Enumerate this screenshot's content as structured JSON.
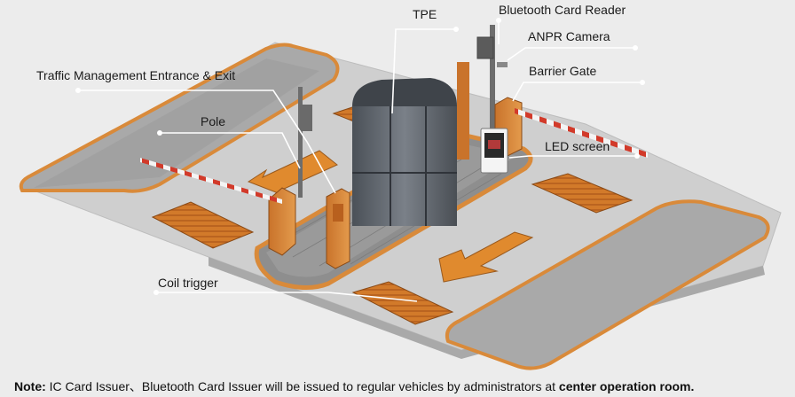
{
  "labels": {
    "tpe": "TPE",
    "bluetooth_card_reader": "Bluetooth Card Reader",
    "anpr_camera": "ANPR Camera",
    "traffic_management": "Traffic Management Entrance & Exit",
    "barrier_gate": "Barrier Gate",
    "pole": "Pole",
    "led_screen": "LED screen",
    "coil_trigger": "Coil trigger"
  },
  "note": {
    "prefix": "Note:",
    "body": " IC Card Issuer、Bluetooth Card Issuer will be issued to regular vehicles by administrators at ",
    "emphasis": "center operation room."
  },
  "colors": {
    "background": "#ececec",
    "road": "#c8c8c8",
    "island_border": "#d98a3a",
    "coil": "#c66a1c",
    "arrow": "#e08a2e",
    "booth_glass": "#5a6068",
    "barrier_red": "#d23a2a"
  }
}
